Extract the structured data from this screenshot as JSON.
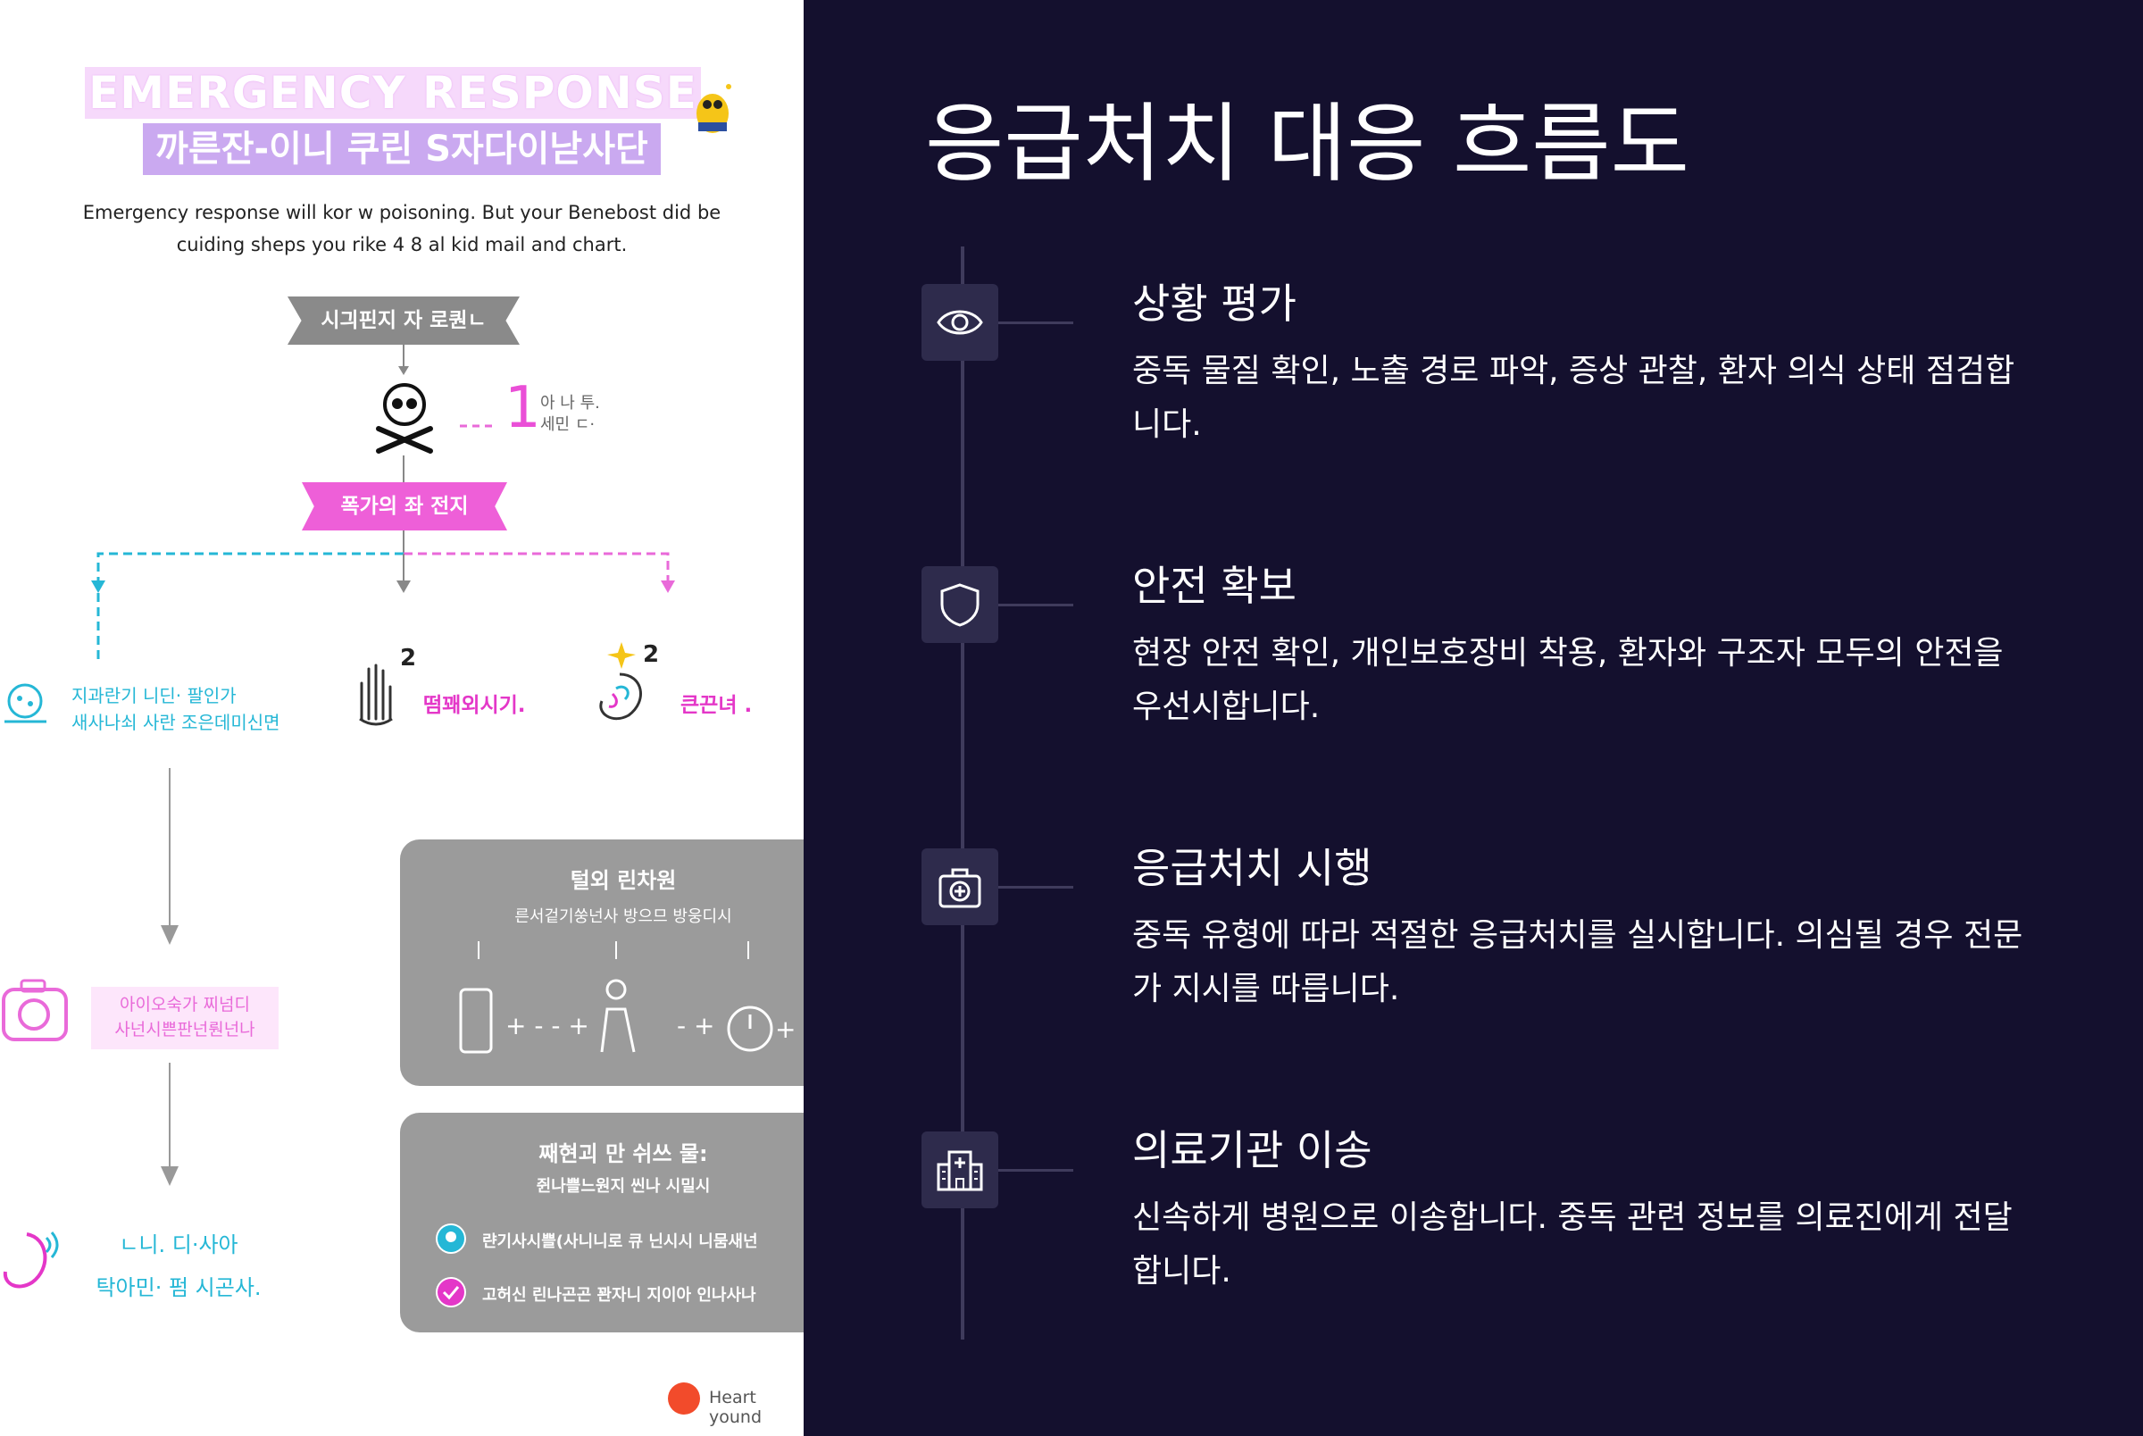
{
  "left_panel": {
    "title_en": "EMERGENCY RESPONSE",
    "title_ko": "까른잔-이니 쿠린 S자다이낟사단",
    "intro_line1": "Emergency response will kor w poisoning. But your Benebost did be",
    "intro_line2": "cuiding sheps you rike 4 8 al kid mail and chart.",
    "banner_top": "시긔핀지 자 로퀀ㄴ",
    "step1_number": "1",
    "step1_caption_line1": "아 나 투.",
    "step1_caption_line2": "세민 ㄷ·",
    "banner_mid": "폭가의 좌 전지",
    "branch_left_line1": "지과란기 니딘· 팔인가",
    "branch_left_line2": "새사나쇠 사란 조은데미신면",
    "branch_mid_number": "2",
    "branch_mid_label": "떰꽤외시기.",
    "branch_right_number": "2",
    "branch_right_label": "큰끈녀 .",
    "pink_box_line1": "아이오숙가 찌넘디",
    "pink_box_line2": "사넌시쁜판넌뤈넌나",
    "bottom_left_line1": "ㄴ니. 디·사아",
    "bottom_left_line2": "탁아민· 펌 시곤사.",
    "card1_title": "털외 린차원",
    "card1_subtitle": "른서겉기쑹넌사 방으므 방웅디시",
    "card2_title": "째현괴 만 쉬쓰 물:",
    "card2_subtitle": "쥔나쁠느원지 씬나 시밀시",
    "card2_item1": "랸기사시쁠(사니니로 큐 닌시시 니뭄새넌",
    "card2_item2": "고허신 린나곤곤 꽌자니 지이아 인나사나",
    "footer_text": "Heart yound"
  },
  "right_panel": {
    "title": "응급처치 대응 흐름도",
    "steps": [
      {
        "icon": "eye-icon",
        "title": "상황 평가",
        "description": "중독 물질 확인, 노출 경로 파악, 증상 관찰, 환자 의식 상태 점검합니다."
      },
      {
        "icon": "shield-icon",
        "title": "안전 확보",
        "description": "현장 안전 확인, 개인보호장비 착용, 환자와 구조자 모두의 안전을 우선시합니다."
      },
      {
        "icon": "first-aid-kit-icon",
        "title": "응급처치 시행",
        "description": "중독 유형에 따라 적절한 응급처치를 실시합니다. 의심될 경우 전문가 지시를 따릅니다."
      },
      {
        "icon": "hospital-icon",
        "title": "의료기관 이송",
        "description": "신속하게 병원으로 이송합니다. 중독 관련 정보를 의료진에게 전달합니다."
      }
    ]
  },
  "colors": {
    "right_background": "#14102e",
    "icon_box": "#2e2b4c",
    "timeline": "#3f3b5c",
    "accent_pink": "#ee5fd8",
    "accent_cyan": "#25b7d6"
  }
}
